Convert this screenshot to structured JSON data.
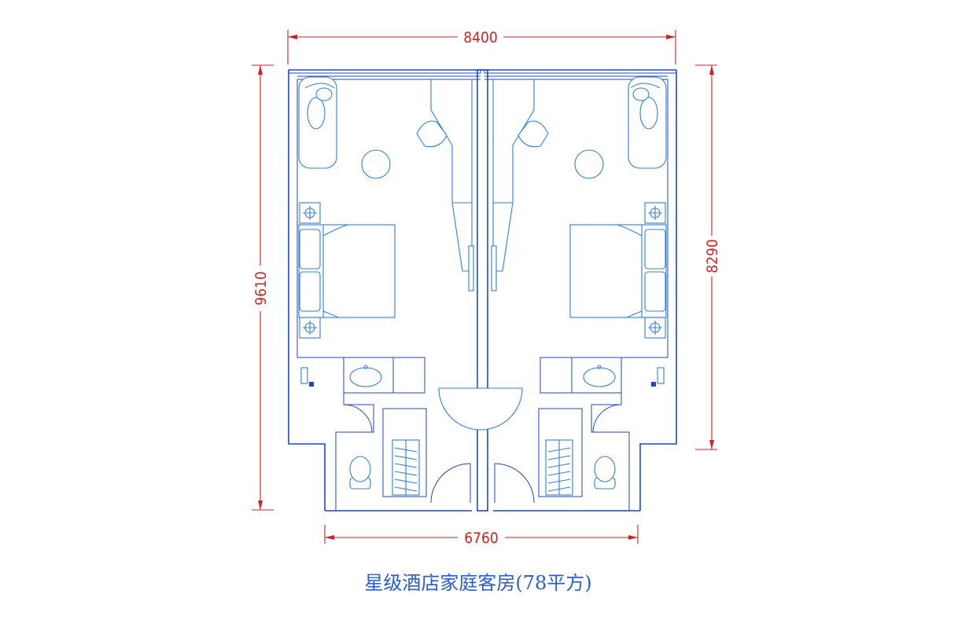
{
  "dimensions": {
    "top_width": "8400",
    "bottom_width": "6760",
    "left_height": "9610",
    "right_height": "8290"
  },
  "caption": "星级酒店家庭客房(78平方)",
  "colors": {
    "dimension": "#d42020",
    "walls": "#1f47c8",
    "fixtures": "#2f7fe0",
    "caption": "#2a5cd8"
  }
}
